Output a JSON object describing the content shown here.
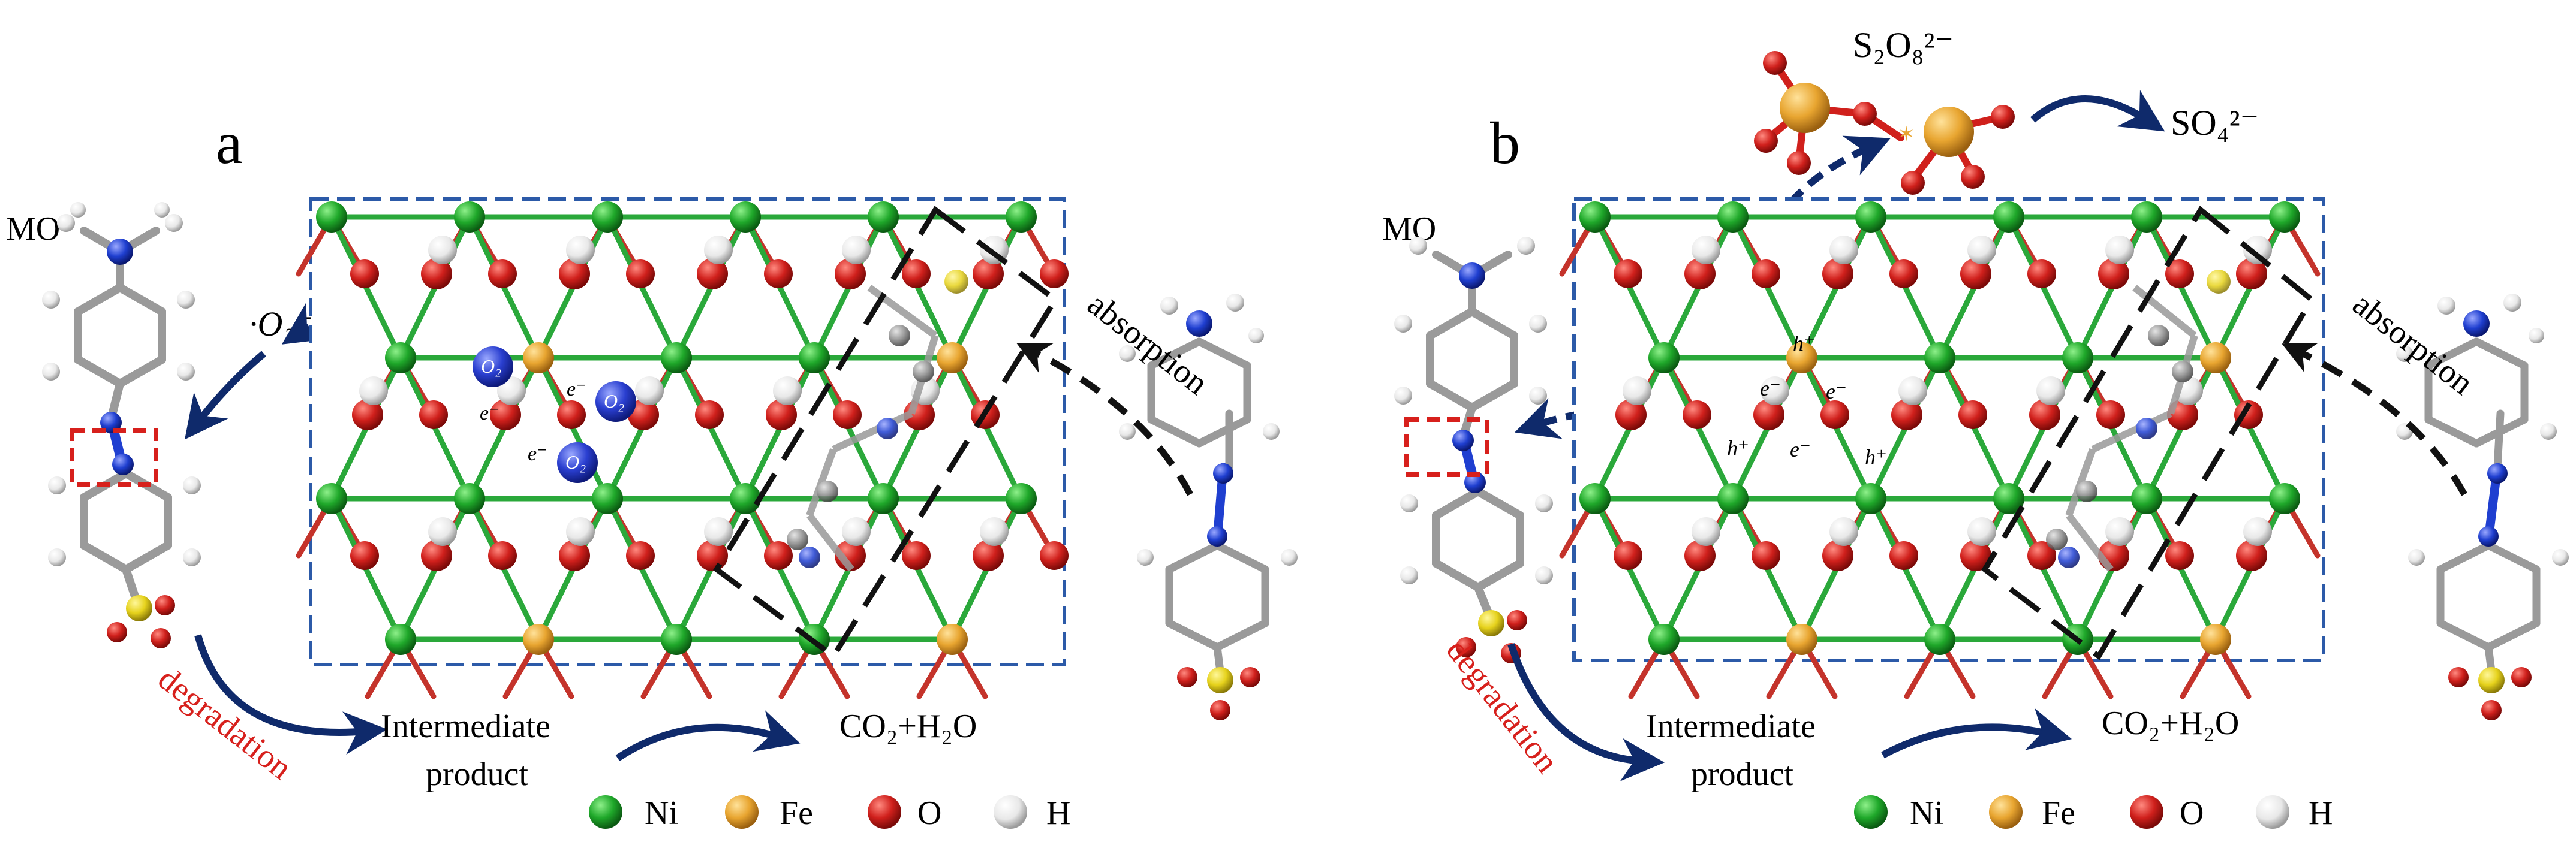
{
  "panels": [
    {
      "id": "a",
      "panel_label": "a",
      "molecule_label": "MO",
      "radical_label": "·O₂⁻",
      "surface_species": [
        {
          "text": "O₂",
          "kind": "o2-sphere"
        },
        {
          "text": "e⁻",
          "kind": "electron"
        },
        {
          "text": "e⁻",
          "kind": "electron"
        },
        {
          "text": "O₂",
          "kind": "o2-sphere"
        },
        {
          "text": "e⁻",
          "kind": "electron"
        },
        {
          "text": "O₂",
          "kind": "o2-sphere"
        }
      ],
      "absorption_label": "absorption",
      "degradation_label": "degradation",
      "intermediate_line1": "Intermediate",
      "intermediate_line2": "product",
      "product_label": "CO₂+H₂O",
      "legend": [
        {
          "label": "Ni",
          "color": "#1fa82a"
        },
        {
          "label": "Fe",
          "color": "#e8a530"
        },
        {
          "label": "O",
          "color": "#d0201c"
        },
        {
          "label": "H",
          "color": "#e8e8e8"
        }
      ]
    },
    {
      "id": "b",
      "panel_label": "b",
      "molecule_label": "MO",
      "persulfate_label": "S₂O₈²⁻",
      "sulfate_label": "SO₄²⁻",
      "surface_species": [
        {
          "text": "h⁺",
          "kind": "hole"
        },
        {
          "text": "e⁻",
          "kind": "electron"
        },
        {
          "text": "e⁻",
          "kind": "electron"
        },
        {
          "text": "h⁺",
          "kind": "hole"
        },
        {
          "text": "e⁻",
          "kind": "electron"
        },
        {
          "text": "h⁺",
          "kind": "hole"
        }
      ],
      "absorption_label": "absorption",
      "degradation_label": "degradation",
      "intermediate_line1": "Intermediate",
      "intermediate_line2": "product",
      "product_label": "CO₂+H₂O",
      "legend": [
        {
          "label": "Ni",
          "color": "#1fa82a"
        },
        {
          "label": "Fe",
          "color": "#e8a530"
        },
        {
          "label": "O",
          "color": "#d0201c"
        },
        {
          "label": "H",
          "color": "#e8e8e8"
        }
      ]
    }
  ],
  "colors": {
    "arrow": "#0f2a6b",
    "frame": "#2c5aa8",
    "degradation_text": "#d7201c",
    "azo_box": "#d7201c",
    "nickel": "#1fa82a",
    "iron": "#e8a530",
    "oxygen": "#d0201c",
    "hydrogen": "#e8e8e8",
    "o2_sphere": "#2a3fd0",
    "sulfur": "#e6d21c",
    "nitrogen": "#1f3fd0",
    "carbon": "#8c8c8c"
  }
}
